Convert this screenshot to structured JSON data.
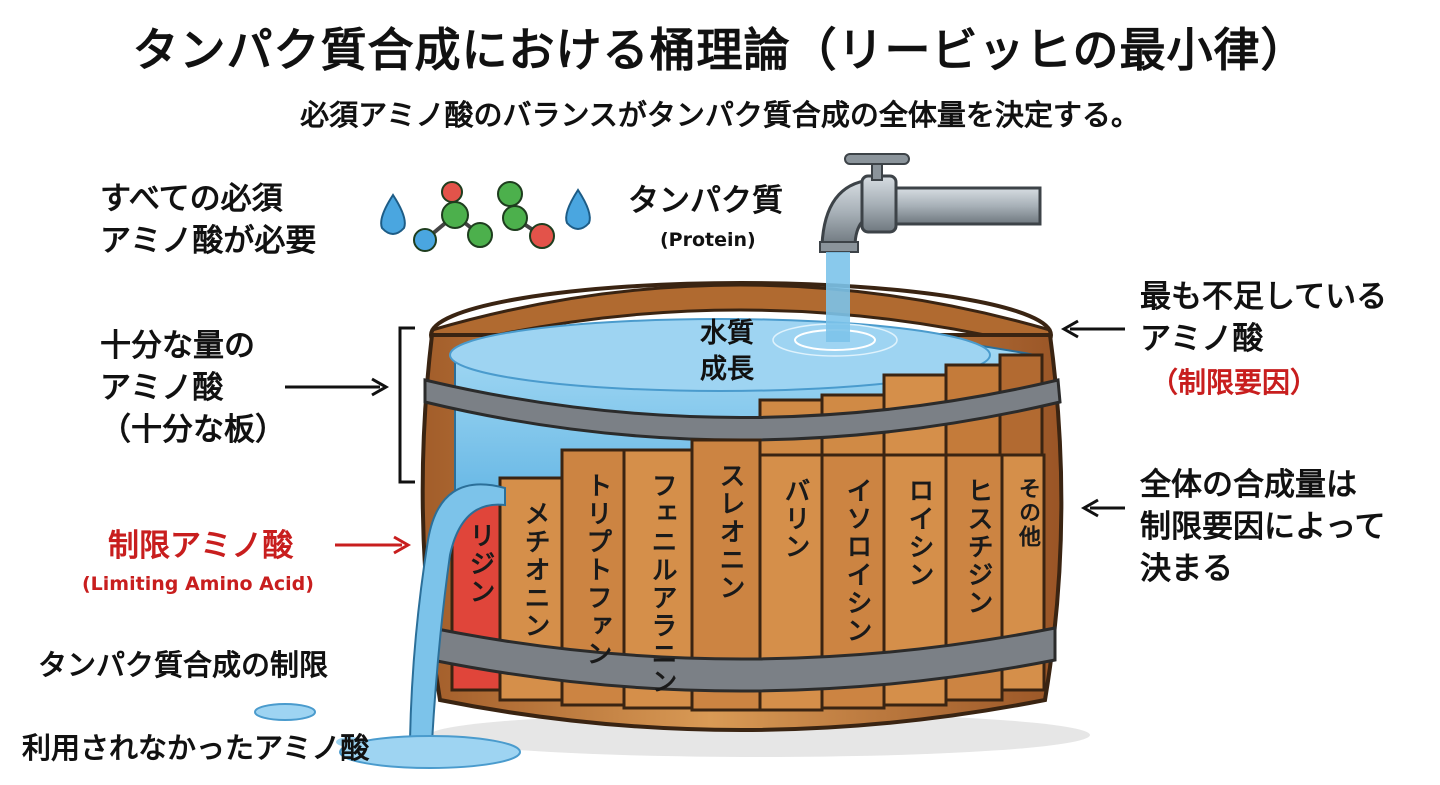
{
  "title": "タンパク質合成における桶理論（リービッヒの最小律）",
  "subtitle": "必須アミノ酸のバランスがタンパク質合成の全体量を決定する。",
  "left_labels": {
    "all_essential": [
      "すべての必須",
      "アミノ酸が必要"
    ],
    "sufficient": [
      "十分な量の",
      "アミノ酸",
      "（十分な板）"
    ],
    "limiting": "制限アミノ酸",
    "limiting_en": "(Limiting Amino Acid)",
    "synthesis_limit": "タンパク質合成の制限",
    "unused": "利用されなかったアミノ酸"
  },
  "top_labels": {
    "protein": "タンパク質",
    "protein_en": "(Protein)",
    "water_quality": [
      "水質",
      "成長"
    ]
  },
  "right_labels": {
    "most_deficient": [
      "最も不足している",
      "アミノ酸"
    ],
    "limiting_factor": "（制限要因）",
    "total_determined": [
      "全体の合成量は",
      "制限要因によって",
      "決まる"
    ]
  },
  "staves": [
    {
      "name": "リジン",
      "limiting": true
    },
    {
      "name": "メチオニン",
      "limiting": false
    },
    {
      "name": "トリプトファン",
      "limiting": false
    },
    {
      "name": "フェニルアラニン",
      "limiting": false
    },
    {
      "name": "スレオニン",
      "limiting": false
    },
    {
      "name": "バリン",
      "limiting": false
    },
    {
      "name": "イソロイシン",
      "limiting": false
    },
    {
      "name": "ロイシン",
      "limiting": false
    },
    {
      "name": "ヒスチジン",
      "limiting": false
    },
    {
      "name": "その他",
      "limiting": false
    }
  ],
  "colors": {
    "accent_red": "#c81e1e",
    "wood": "#d08a45",
    "wood_dark": "#8a4e22",
    "water": "#7cc3ea",
    "hoop": "#6e7378",
    "limiting_stave": "#e0453a"
  },
  "icons": [
    "water-drop-icon",
    "amino-acid-molecule-icon",
    "faucet-icon",
    "arrow-icon",
    "bracket-icon"
  ]
}
